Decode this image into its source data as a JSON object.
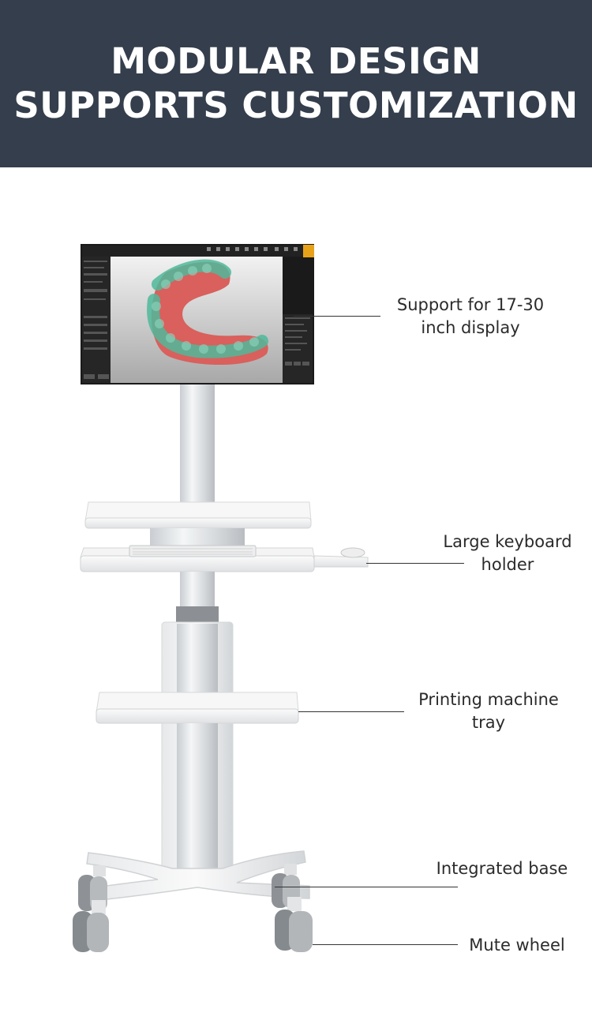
{
  "header": {
    "title_line1": "MODULAR DESIGN",
    "title_line2": "SUPPORTS CUSTOMIZATION",
    "background": "#343e4c"
  },
  "callouts": [
    {
      "line1": "Support for 17-30",
      "line2": "inch display"
    },
    {
      "line1": "Large keyboard",
      "line2": "holder"
    },
    {
      "line1": "Printing machine",
      "line2": "tray"
    },
    {
      "line1": "Integrated base",
      "line2": ""
    },
    {
      "line1": "Mute wheel",
      "line2": ""
    }
  ],
  "monitor": {
    "accent_color": "#e8a21a",
    "model_colors": {
      "gum": "#d9605c",
      "aligner": "#4fb89a"
    }
  }
}
